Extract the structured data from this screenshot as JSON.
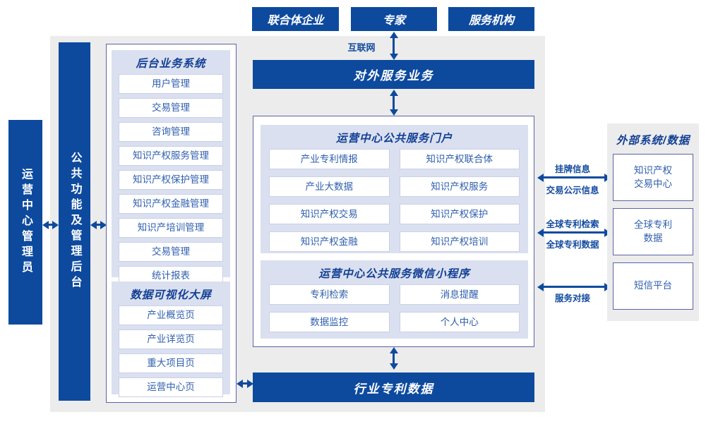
{
  "colors": {
    "brand_blue": "#0d4a9e",
    "panel_lavender": "#dbe0f0",
    "canvas_gray": "#ececec",
    "box_border_indigo": "#5b63a8",
    "item_text_blue": "#2f5fae"
  },
  "top_actors": [
    "联合体企业",
    "专家",
    "服务机构"
  ],
  "internet_label": "互联网",
  "admin_role_bar": "运营中心管理员",
  "backend_admin_bar": "公共功能及管理后台",
  "backend_system": {
    "title": "后台业务系统",
    "items": [
      "用户管理",
      "交易管理",
      "咨询管理",
      "知识产权服务管理",
      "知识产权保护管理",
      "知识产权金融管理",
      "知识产培训管理",
      "交易管理",
      "统计报表"
    ]
  },
  "dashboard": {
    "title": "数据可视化大屏",
    "items": [
      "产业概览页",
      "产业详览页",
      "重大项目页",
      "运营中心页"
    ]
  },
  "external_service_bar": "对外服务业务",
  "portal": {
    "title": "运营中心公共服务门户",
    "items": [
      "产业专利情报",
      "知识产权联合体",
      "产业大数据",
      "知识产权服务",
      "知识产权交易",
      "知识产权保护",
      "知识产权金融",
      "知识产权培训"
    ]
  },
  "mini_program": {
    "title": "运营中心公共服务微信小程序",
    "items": [
      "专利检索",
      "消息提醒",
      "数据监控",
      "个人中心"
    ]
  },
  "industry_data_bar": "行业专利数据",
  "external_systems": {
    "title": "外部系统/数据",
    "boxes": [
      "知识产权\n交易中心",
      "全球专利\n数据",
      "短信平台"
    ],
    "links": [
      {
        "top": "挂牌信息",
        "bottom": "交易公示信息"
      },
      {
        "top": "全球专利检索",
        "bottom": "全球专利数据"
      },
      {
        "top": "",
        "bottom": "服务对接"
      }
    ]
  }
}
